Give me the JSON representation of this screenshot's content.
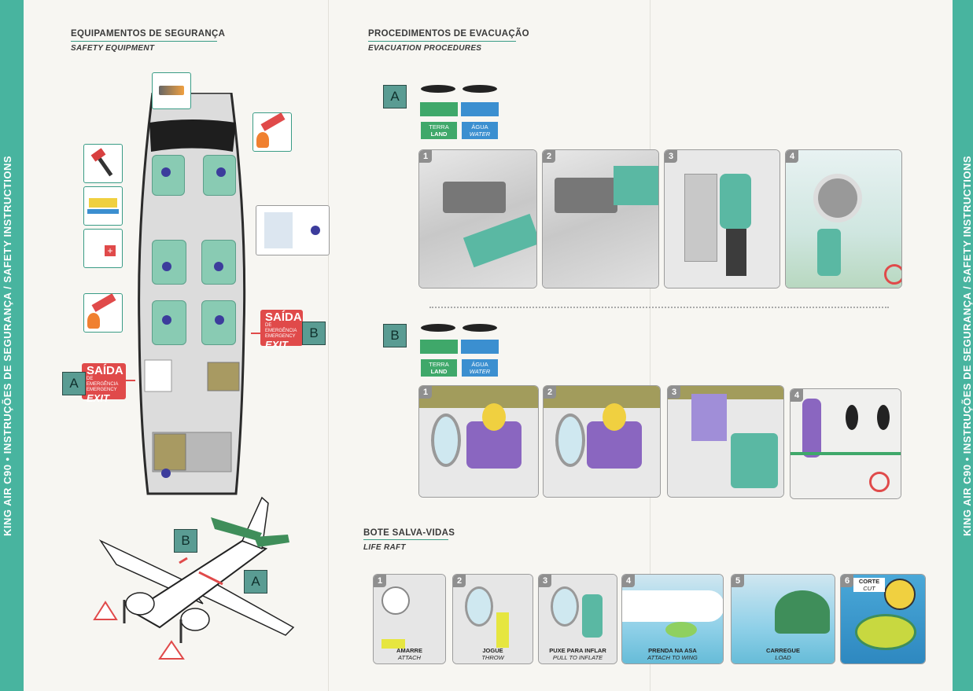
{
  "side_strip": {
    "left_text": "KING AIR C90 • INSTRUÇÕES DE SEGURANÇA / SAFETY INSTRUCTIONS",
    "right_text": "KING AIR C90 • INSTRUÇÕES DE SEGURANÇA / SAFETY INSTRUCTIONS"
  },
  "safety_equipment": {
    "title_pt": "EQUIPAMENTOS DE SEGURANÇA",
    "title_en": "SAFETY EQUIPMENT"
  },
  "exits": {
    "a_label": "A",
    "b_label": "B",
    "exit_pt": "SAÍDA",
    "exit_small": "DE EMERGÊNCIA",
    "exit_small_en": "EMERGENCY",
    "exit_en": "EXIT"
  },
  "evacuation": {
    "title_pt": "PROCEDIMENTOS DE EVACUAÇÃO",
    "title_en": "EVACUATION PROCEDURES",
    "land_pt": "TERRA",
    "land_en": "LAND",
    "water_pt": "ÁGUA",
    "water_en": "WATER",
    "section_a": {
      "label": "A",
      "steps": [
        "1",
        "2",
        "3",
        "4"
      ]
    },
    "section_b": {
      "label": "B",
      "steps": [
        "1",
        "2",
        "3",
        "4"
      ]
    }
  },
  "life_raft": {
    "title_pt": "BOTE SALVA-VIDAS",
    "title_en": "LIFE RAFT",
    "steps": [
      {
        "n": "1",
        "pt": "AMARRE",
        "en": "ATTACH"
      },
      {
        "n": "2",
        "pt": "JOGUE",
        "en": "THROW"
      },
      {
        "n": "3",
        "pt": "PUXE PARA INFLAR",
        "en": "PULL TO INFLATE"
      },
      {
        "n": "4",
        "pt": "PRENDA NA ASA",
        "en": "ATTACH TO WING"
      },
      {
        "n": "5",
        "pt": "CARREGUE",
        "en": "LOAD"
      },
      {
        "n": "6",
        "pt": "CORTE",
        "en": "CUT"
      }
    ]
  },
  "colors": {
    "accent": "#48b49f",
    "exit_red": "#e04a4a",
    "land_green": "#3fa86a",
    "water_blue": "#3b8fd0",
    "label_teal": "#5a9c93"
  }
}
